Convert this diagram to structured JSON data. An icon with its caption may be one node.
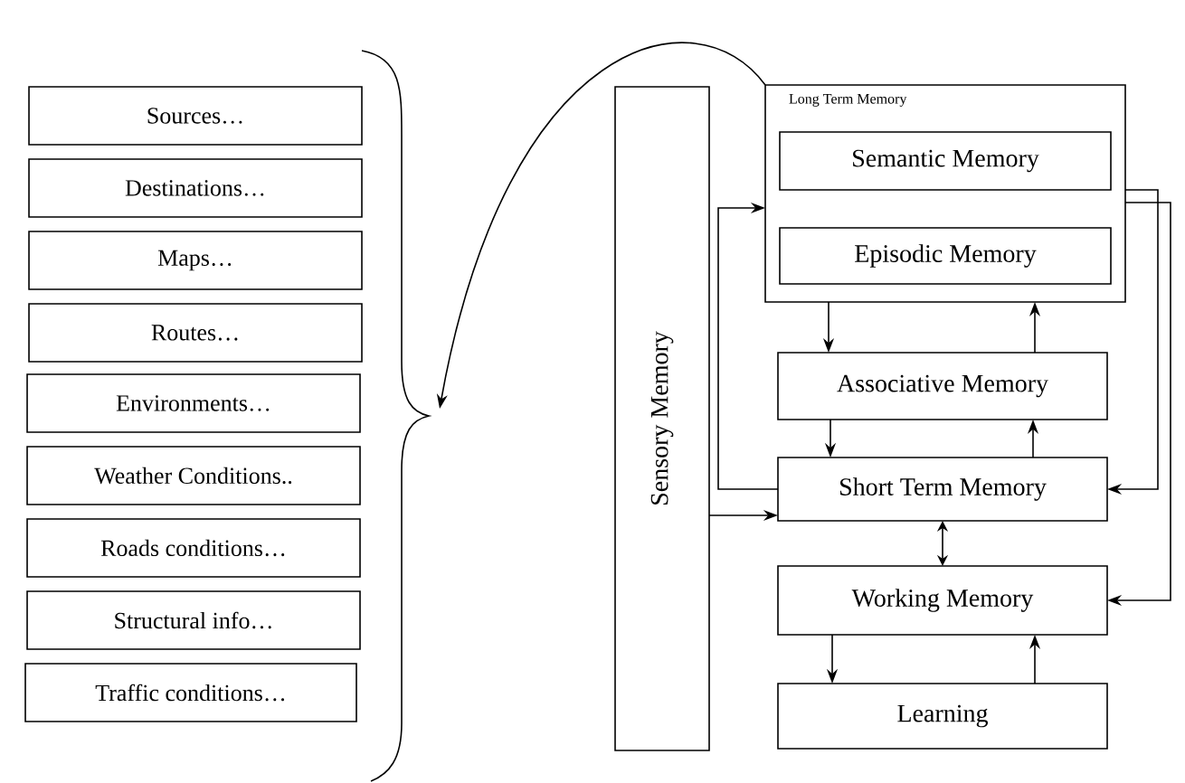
{
  "diagram": {
    "nodes": [
      {
        "text": [
          "Sources…"
        ]
      },
      {
        "text": [
          "Destinations…"
        ]
      },
      {
        "text": [
          "Maps…"
        ]
      },
      {
        "text": [
          "Routes…"
        ]
      },
      {
        "text": [
          "Environments…"
        ]
      },
      {
        "text": [
          "Weather Conditions.."
        ]
      },
      {
        "text": [
          "Roads conditions…"
        ]
      },
      {
        "text": [
          "Structural info…"
        ]
      },
      {
        "text": [
          "Traffic conditions…"
        ]
      },
      {
        "text": [
          "Sensory Memory"
        ]
      },
      {
        "text": [
          "Long Term Memory"
        ]
      },
      {
        "text": [
          "Semantic Memory"
        ],
        "in": 10
      },
      {
        "text": [
          "Episodic Memory"
        ],
        "in": 10
      },
      {
        "text": [
          "Associative Memory"
        ]
      },
      {
        "text": [
          "Short Term Memory"
        ]
      },
      {
        "text": [
          "Working Memory"
        ]
      },
      {
        "text": [
          "Learning"
        ]
      },
      {
        "text": [],
        "shape": "brace"
      }
    ],
    "edges": [
      {
        "from": 10,
        "to": 17,
        "arrow": "to"
      },
      {
        "from": 10,
        "to": 13,
        "arrow": "to"
      },
      {
        "from": 13,
        "to": 10,
        "arrow": "to"
      },
      {
        "from": 13,
        "to": 14,
        "arrow": "to"
      },
      {
        "from": 14,
        "to": 13,
        "arrow": "to"
      },
      {
        "from": 14,
        "to": 15,
        "arrow": "both"
      },
      {
        "from": 15,
        "to": 16,
        "arrow": "to"
      },
      {
        "from": 16,
        "to": 15,
        "arrow": "to"
      },
      {
        "from": 9,
        "to": 14,
        "arrow": "to"
      },
      {
        "from": 14,
        "to": 10,
        "arrow": "to"
      },
      {
        "from": 10,
        "to": 14,
        "arrow": "to"
      },
      {
        "from": 10,
        "to": 15,
        "arrow": "to"
      }
    ]
  }
}
